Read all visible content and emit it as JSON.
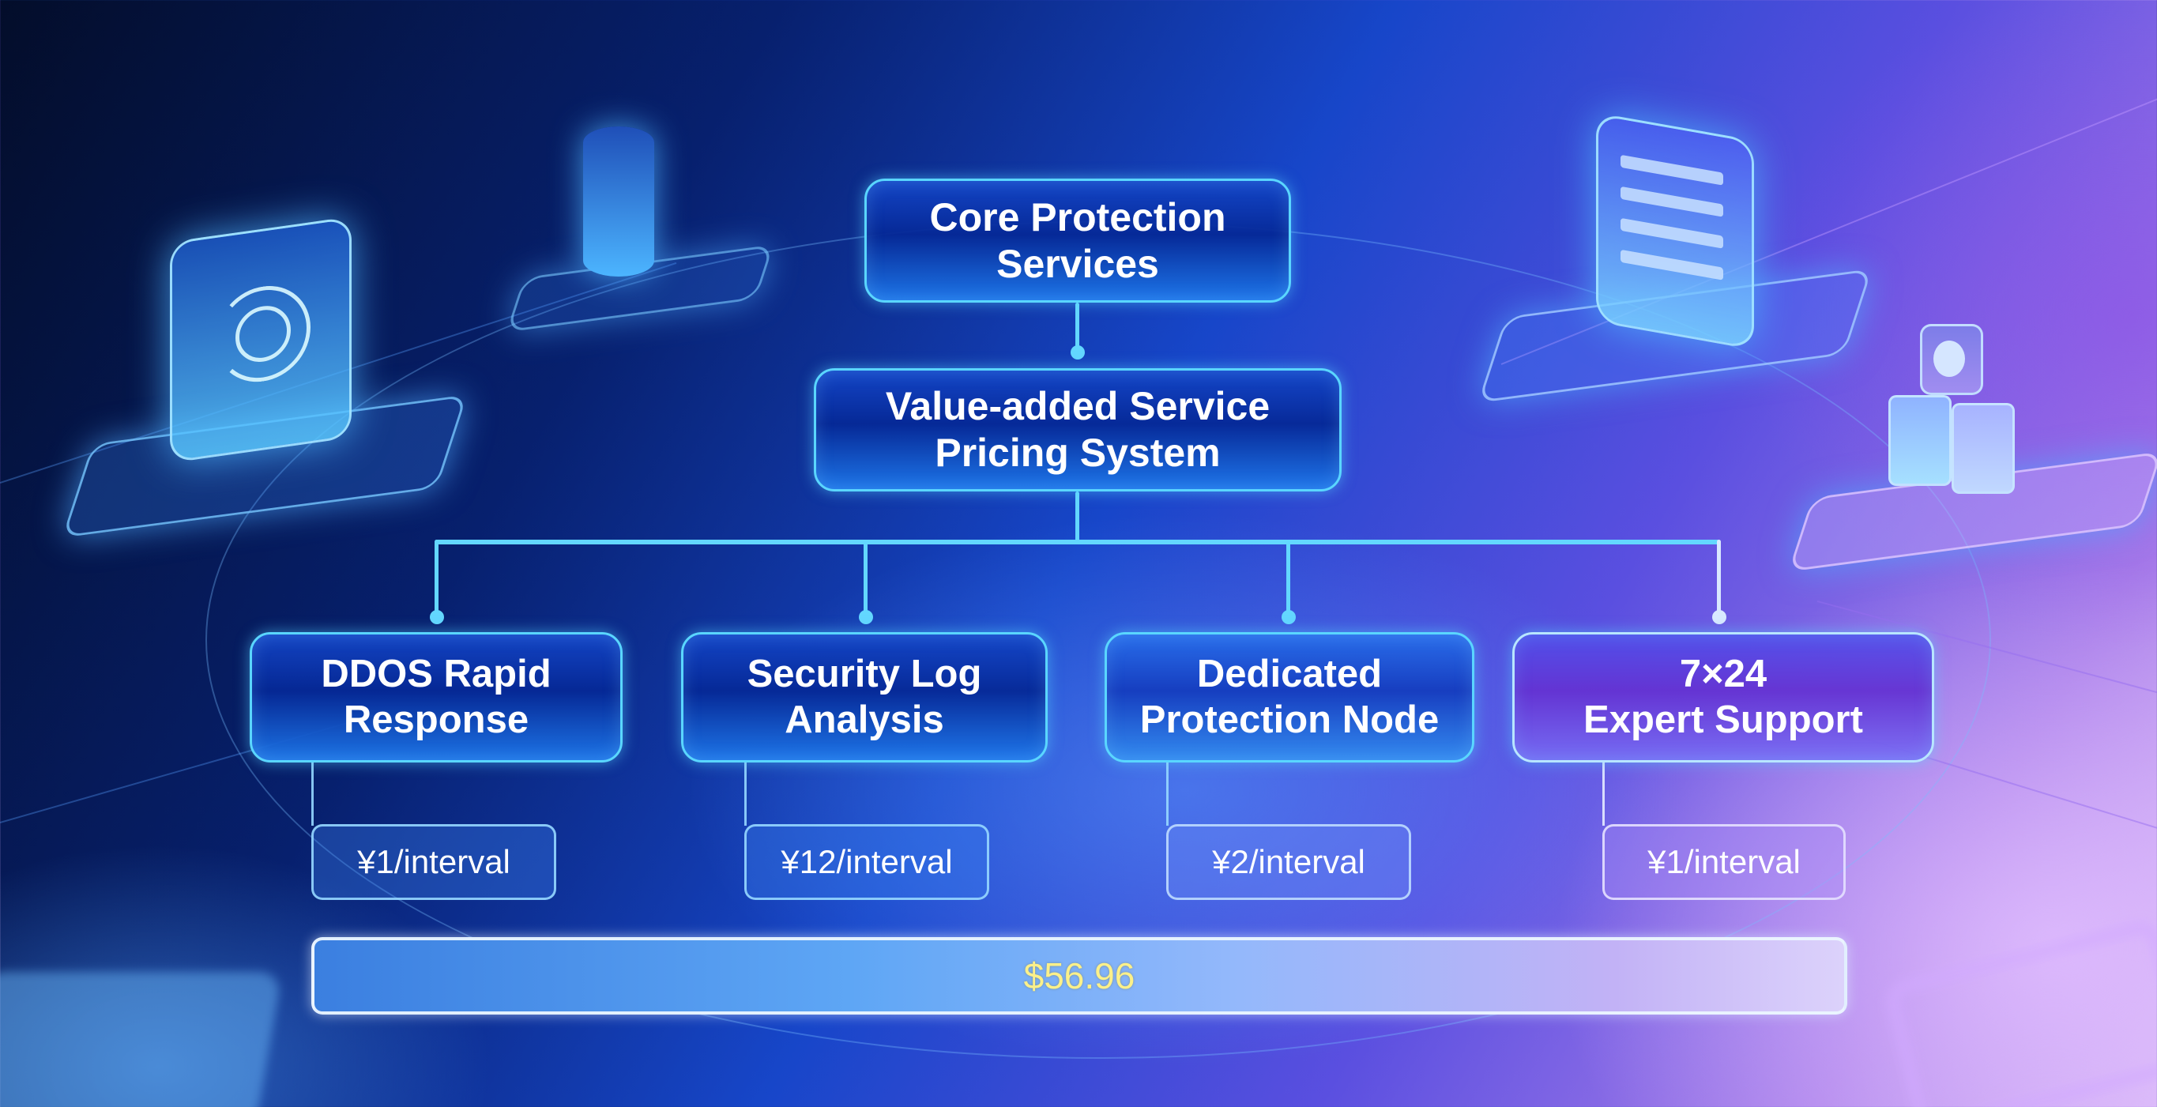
{
  "diagram": {
    "root": {
      "lines": [
        "Core Protection",
        "Services"
      ]
    },
    "pricing_system": {
      "lines": [
        "Value-added Service",
        "Pricing System"
      ]
    },
    "services": [
      {
        "lines": [
          "DDOS Rapid",
          "Response"
        ],
        "price": "¥1/interval"
      },
      {
        "lines": [
          "Security Log",
          "Analysis"
        ],
        "price": "¥12/interval"
      },
      {
        "lines": [
          "Dedicated",
          "Protection Node"
        ],
        "price": "¥2/interval"
      },
      {
        "lines": [
          "7×24",
          "Expert Support"
        ],
        "price": "¥1/interval"
      }
    ],
    "total": "$56.96"
  },
  "decorations": {
    "icons": [
      "fingerprint-scanner-icon",
      "database-server-icon",
      "document-stack-icon",
      "cube-blocks-icon"
    ]
  },
  "colors": {
    "node_border": "#5ad6ff",
    "connector": "#63d7ff",
    "total_text": "#fbf08a",
    "background_start": "#030d2a",
    "background_end": "#d7b8f5"
  }
}
